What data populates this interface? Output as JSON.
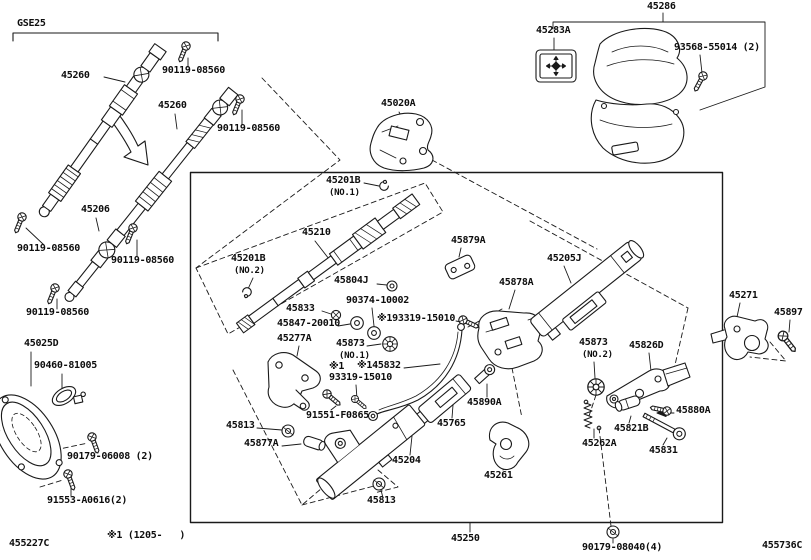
{
  "diagram": {
    "model_code": "GSE25",
    "figure_code_left": "455227C",
    "figure_code_right": "455736C",
    "production_note": "※1 (1205-   )",
    "labels": [
      {
        "text": "GSE25"
      },
      {
        "text": "45260"
      },
      {
        "text": "90119-08560"
      },
      {
        "text": "45260"
      },
      {
        "text": "90119-08560"
      },
      {
        "text": "45206"
      },
      {
        "text": "90119-08560"
      },
      {
        "text": "90119-08560"
      },
      {
        "text": "90119-08560"
      },
      {
        "text": "45025D"
      },
      {
        "text": "90460-81005"
      },
      {
        "text": "90179-06008 (2)"
      },
      {
        "text": "91553-A0616(2)"
      },
      {
        "text": "455227C"
      },
      {
        "text": "※1 (1205-   )"
      },
      {
        "text": "45286"
      },
      {
        "text": "45283A"
      },
      {
        "text": "93568-55014 (2)"
      },
      {
        "text": "45020A"
      },
      {
        "text": "45201B",
        "sub": "(NO.1)"
      },
      {
        "text": "45210"
      },
      {
        "text": "45201B",
        "sub": "(NO.2)"
      },
      {
        "text": "45804J"
      },
      {
        "text": "45833"
      },
      {
        "text": "90374-10002"
      },
      {
        "text": "45847-20010"
      },
      {
        "text": "※193319-15010"
      },
      {
        "text": "45277A"
      },
      {
        "text": "45873",
        "sub": "(NO.1)"
      },
      {
        "text": "※145832"
      },
      {
        "text": "※1",
        "sub": "93319-15010"
      },
      {
        "text": "91551-F0865"
      },
      {
        "text": "45813"
      },
      {
        "text": "45877A"
      },
      {
        "text": "45204"
      },
      {
        "text": "45813"
      },
      {
        "text": "45765"
      },
      {
        "text": "45890A"
      },
      {
        "text": "45261"
      },
      {
        "text": "45879A"
      },
      {
        "text": "45878A"
      },
      {
        "text": "45205J"
      },
      {
        "text": "45873",
        "sub": "(NO.2)"
      },
      {
        "text": "45826D"
      },
      {
        "text": "45262A"
      },
      {
        "text": "45821B"
      },
      {
        "text": "45831"
      },
      {
        "text": "45880A"
      },
      {
        "text": "45271"
      },
      {
        "text": "45897"
      },
      {
        "text": "45250"
      },
      {
        "text": "90179-08040(4)"
      },
      {
        "text": "455736C"
      }
    ]
  }
}
